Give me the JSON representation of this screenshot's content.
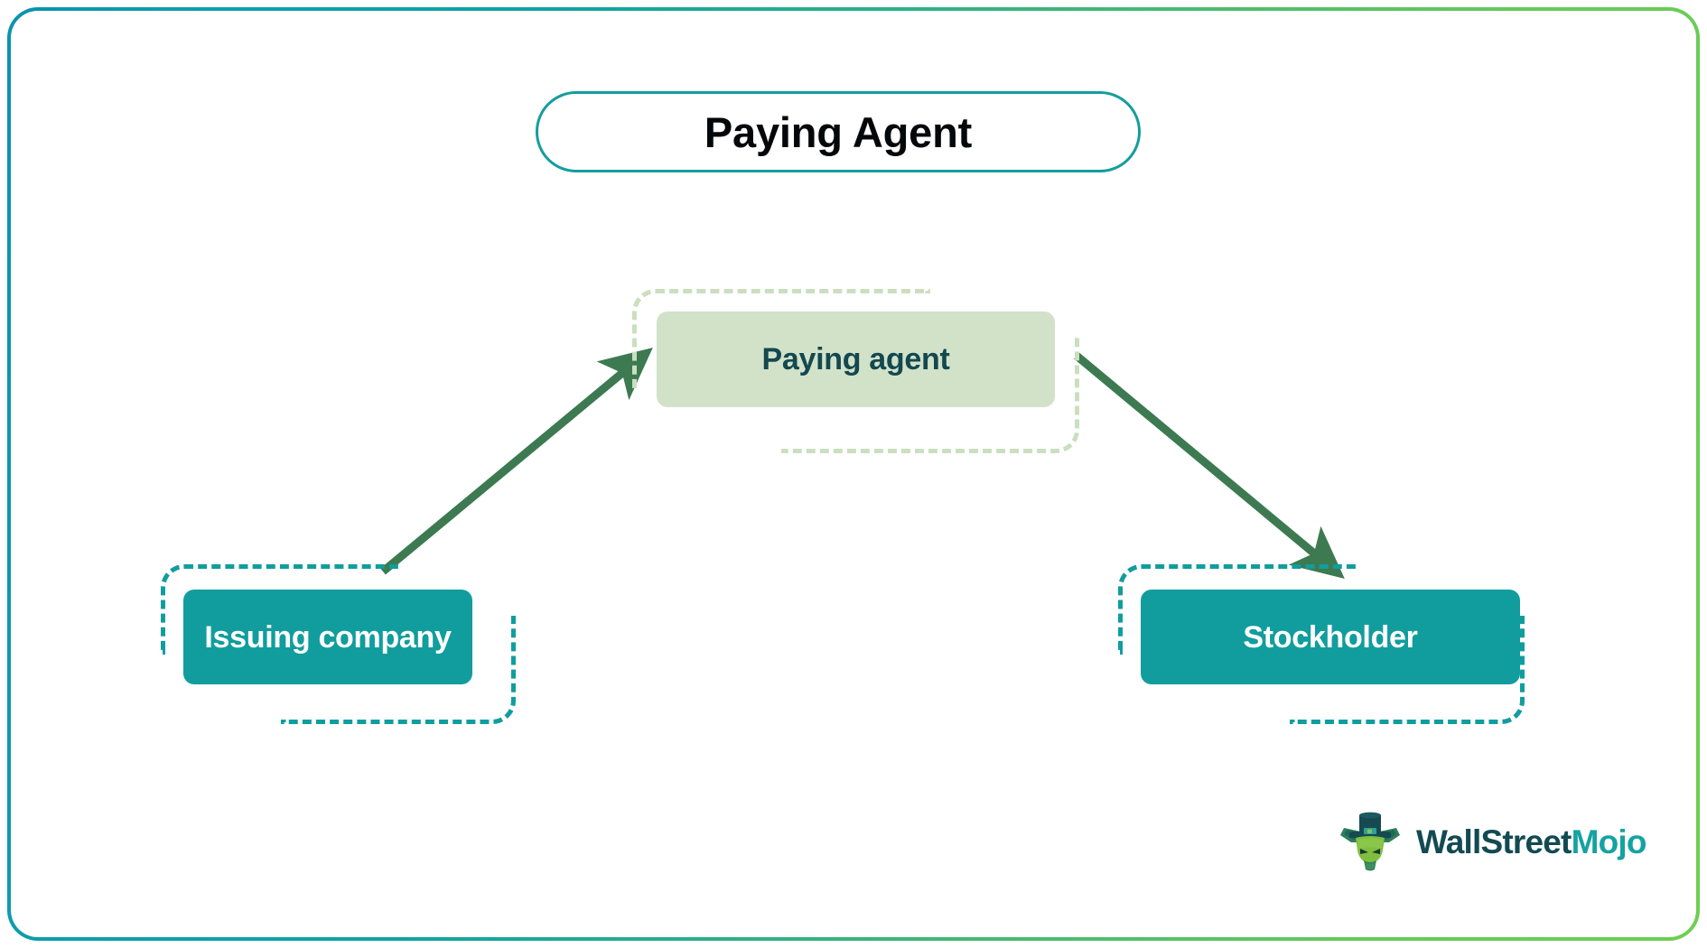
{
  "page": {
    "title": "Paying Agent",
    "frame_gradient_from": "#0b93ae",
    "frame_gradient_to": "#6ece52",
    "background": "#ffffff"
  },
  "diagram": {
    "type": "flow-diagram",
    "title": "Paying Agent",
    "nodes": [
      {
        "id": "center",
        "label": "Paying agent",
        "fill": "#d2e2c9",
        "text_color": "#13484f",
        "bracket_color": "#cbdfc0",
        "role": "intermediary"
      },
      {
        "id": "left",
        "label": "Issuing company",
        "fill": "#119d9e",
        "text_color": "#ffffff",
        "bracket_color": "#119d9e",
        "role": "source"
      },
      {
        "id": "right",
        "label": "Stockholder",
        "fill": "#119d9e",
        "text_color": "#ffffff",
        "bracket_color": "#119d9e",
        "role": "destination"
      }
    ],
    "edges": [
      {
        "id": "edge-issuing-to-agent",
        "from": "Issuing company",
        "to": "Paying agent",
        "color": "#3d7a51",
        "direction": "up-right"
      },
      {
        "id": "edge-agent-to-stockholder",
        "from": "Paying agent",
        "to": "Stockholder",
        "color": "#3d7a51",
        "direction": "down-right"
      }
    ]
  },
  "logo": {
    "icon_name": "wallstreetmojo-bull-mascot-icon",
    "text_primary": "WallStreet",
    "text_accent": "Mojo",
    "primary_color": "#124a52",
    "accent_color": "#15a2a2"
  }
}
